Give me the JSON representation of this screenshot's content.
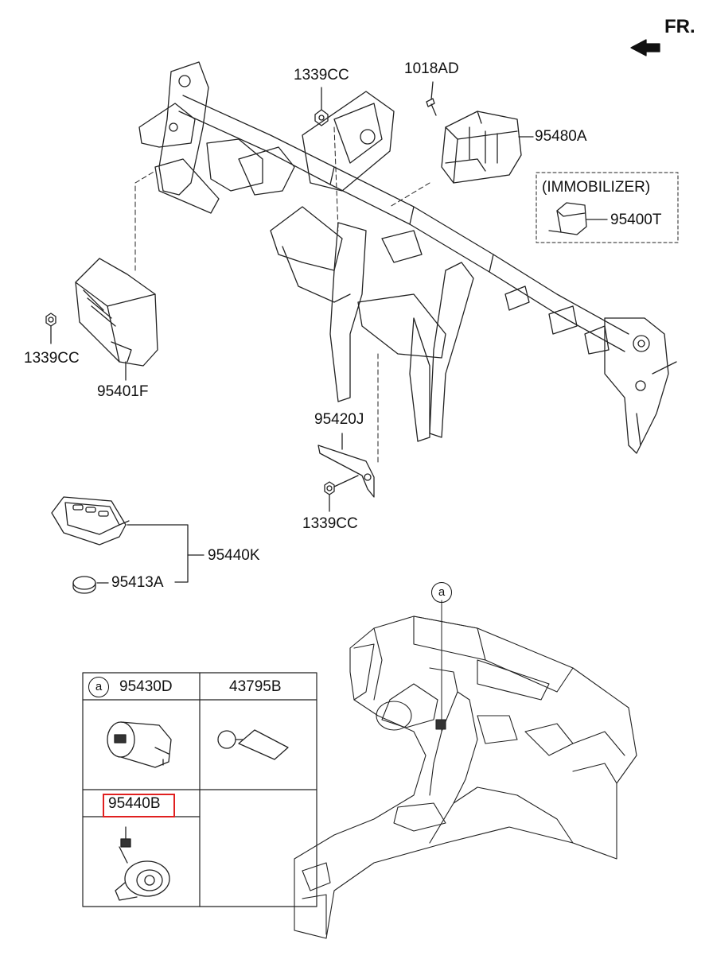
{
  "orientation": {
    "label": "FR."
  },
  "groups": {
    "immobilizer_label": "(IMMOBILIZER)"
  },
  "callout": "a",
  "labels": {
    "p1339cc_top": "1339CC",
    "p1018ad": "1018AD",
    "p95480a": "95480A",
    "p95400t": "95400T",
    "p1339cc_left": "1339CC",
    "p95401f": "95401F",
    "p95420j": "95420J",
    "p1339cc_bottom": "1339CC",
    "p95440k": "95440K",
    "p95413a": "95413A"
  },
  "table": {
    "cells": [
      {
        "callout": "a",
        "part": "95430D"
      },
      {
        "part": "43795B"
      },
      {
        "part": "95440B",
        "highlighted": true
      }
    ]
  },
  "colors": {
    "line": "#222222",
    "highlight": "#e02020"
  }
}
